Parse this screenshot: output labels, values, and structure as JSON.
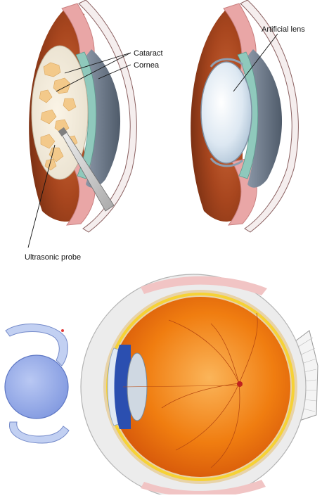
{
  "labels": {
    "cataract": "Cataract",
    "cornea": "Cornea",
    "ultrasonic_probe": "Ultrasonic probe",
    "artificial_lens": "Artificial lens"
  },
  "colors": {
    "iris_brown": "#a8461e",
    "sclera_pink": "#e9a6a6",
    "cornea_gray": "#6b7887",
    "lens_teal": "#8fc9bc",
    "cataract_yellow": "#f3c98a",
    "retina_orange": "#f07d10",
    "retina_yellow": "#f6d235",
    "iris_blue": "#2b4fb0",
    "iol_blue": "#8fa8e6"
  },
  "icons": {
    "probe": "ultrasonic-probe-icon",
    "iol": "intraocular-lens-icon"
  }
}
